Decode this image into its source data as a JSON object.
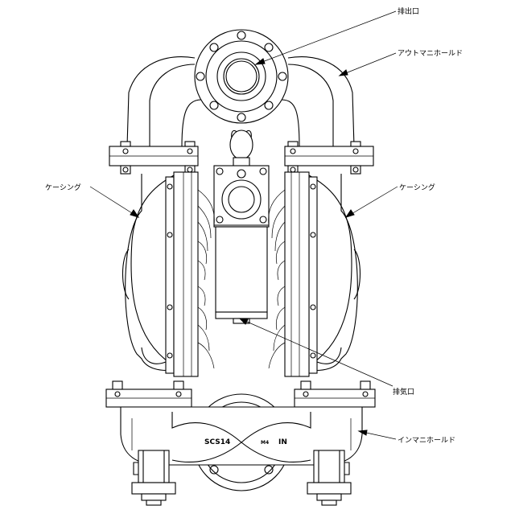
{
  "labels": {
    "outlet": "排出口",
    "out_manifold": "アウトマニホールド",
    "casing_left": "ケーシング",
    "casing_right": "ケーシング",
    "exhaust": "排気口",
    "in_manifold": "インマニホールド"
  },
  "casting_marks": {
    "material": "SCS14",
    "size": "M4",
    "direction": "IN"
  }
}
